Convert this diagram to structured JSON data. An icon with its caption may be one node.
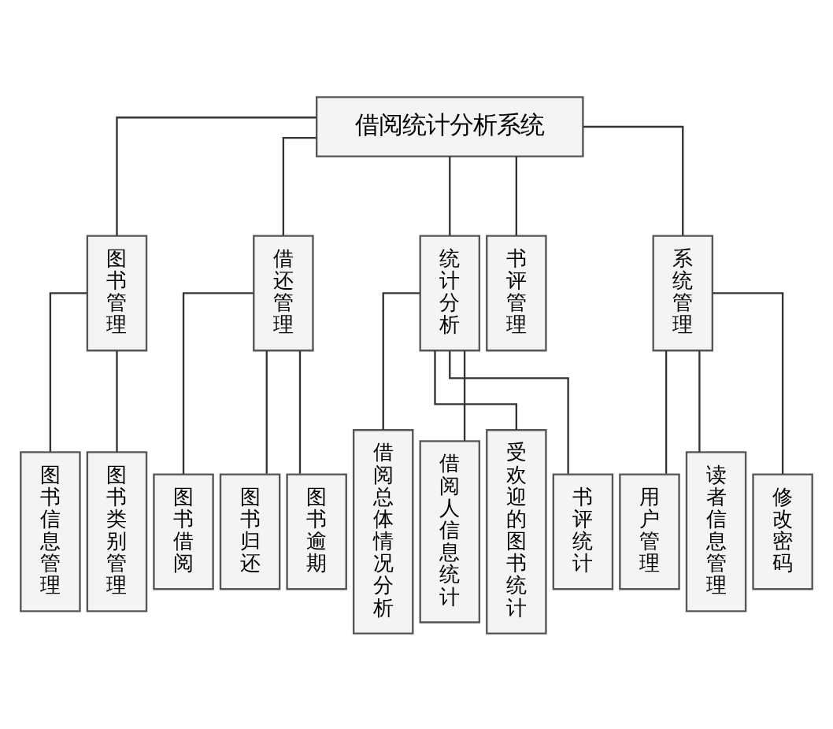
{
  "diagram": {
    "nodes": [
      {
        "text": [
          "借阅统计分析系统"
        ]
      },
      {
        "text": [
          "图书管理"
        ]
      },
      {
        "text": [
          "借还管理"
        ]
      },
      {
        "text": [
          "统计分析"
        ]
      },
      {
        "text": [
          "书评管理"
        ]
      },
      {
        "text": [
          "系统管理"
        ]
      },
      {
        "text": [
          "图书信息管理"
        ]
      },
      {
        "text": [
          "图书类别管理"
        ]
      },
      {
        "text": [
          "图书借阅"
        ]
      },
      {
        "text": [
          "图书归还"
        ]
      },
      {
        "text": [
          "图书逾期"
        ]
      },
      {
        "text": [
          "借阅总体情况分析"
        ]
      },
      {
        "text": [
          "借阅人信息统计"
        ]
      },
      {
        "text": [
          "受欢迎的图书统计"
        ]
      },
      {
        "text": [
          "书评统计"
        ]
      },
      {
        "text": [
          "用户管理"
        ]
      },
      {
        "text": [
          "读者信息管理"
        ]
      },
      {
        "text": [
          "修改密码"
        ]
      }
    ],
    "edges": [
      {
        "from": 0,
        "to": 1,
        "arrow": "none"
      },
      {
        "from": 0,
        "to": 2,
        "arrow": "none"
      },
      {
        "from": 0,
        "to": 3,
        "arrow": "none"
      },
      {
        "from": 0,
        "to": 4,
        "arrow": "none"
      },
      {
        "from": 0,
        "to": 5,
        "arrow": "none"
      },
      {
        "from": 1,
        "to": 6,
        "arrow": "none"
      },
      {
        "from": 1,
        "to": 7,
        "arrow": "none"
      },
      {
        "from": 2,
        "to": 8,
        "arrow": "none"
      },
      {
        "from": 2,
        "to": 9,
        "arrow": "none"
      },
      {
        "from": 2,
        "to": 10,
        "arrow": "none"
      },
      {
        "from": 3,
        "to": 11,
        "arrow": "none"
      },
      {
        "from": 3,
        "to": 12,
        "arrow": "none"
      },
      {
        "from": 3,
        "to": 13,
        "arrow": "none"
      },
      {
        "from": 3,
        "to": 14,
        "arrow": "none"
      },
      {
        "from": 5,
        "to": 15,
        "arrow": "none"
      },
      {
        "from": 5,
        "to": 16,
        "arrow": "none"
      },
      {
        "from": 5,
        "to": 17,
        "arrow": "none"
      }
    ]
  }
}
